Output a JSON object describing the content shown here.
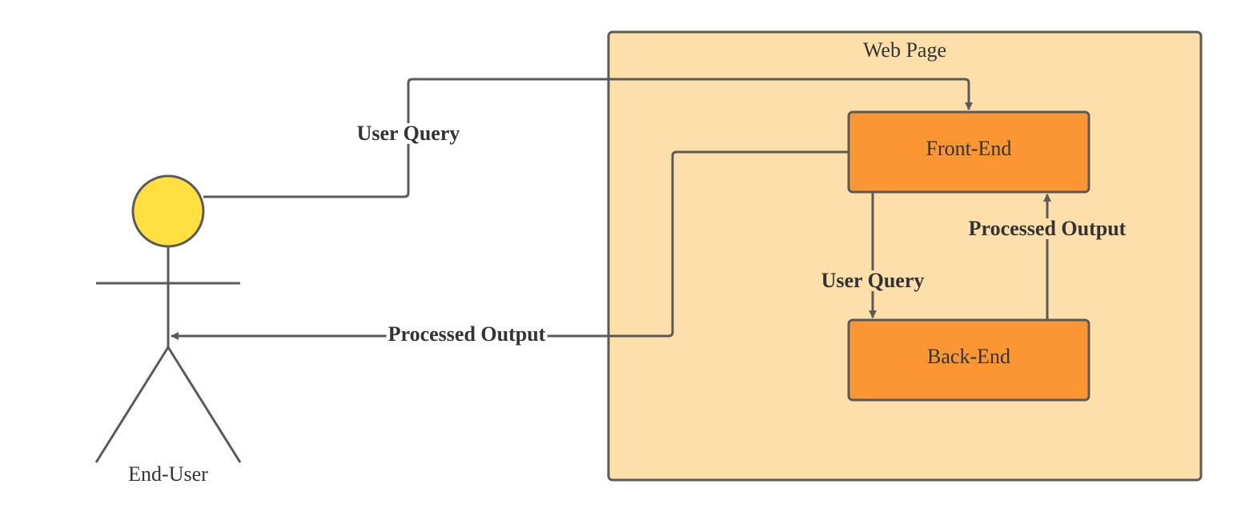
{
  "colors": {
    "line": "#5a5a5a",
    "web_page_fill": "#fddfaa",
    "box_fill": "#fa9633",
    "head_fill": "#ffe040",
    "text": "#333333"
  },
  "actor": {
    "label": "End-User",
    "icon": "stick-figure-icon"
  },
  "container": {
    "label": "Web Page"
  },
  "nodes": {
    "front_end": "Front-End",
    "back_end": "Back-End"
  },
  "edges": {
    "user_to_frontend": "User Query",
    "frontend_to_user": "Processed Output",
    "frontend_to_backend": "User Query",
    "backend_to_frontend": "Processed Output"
  }
}
